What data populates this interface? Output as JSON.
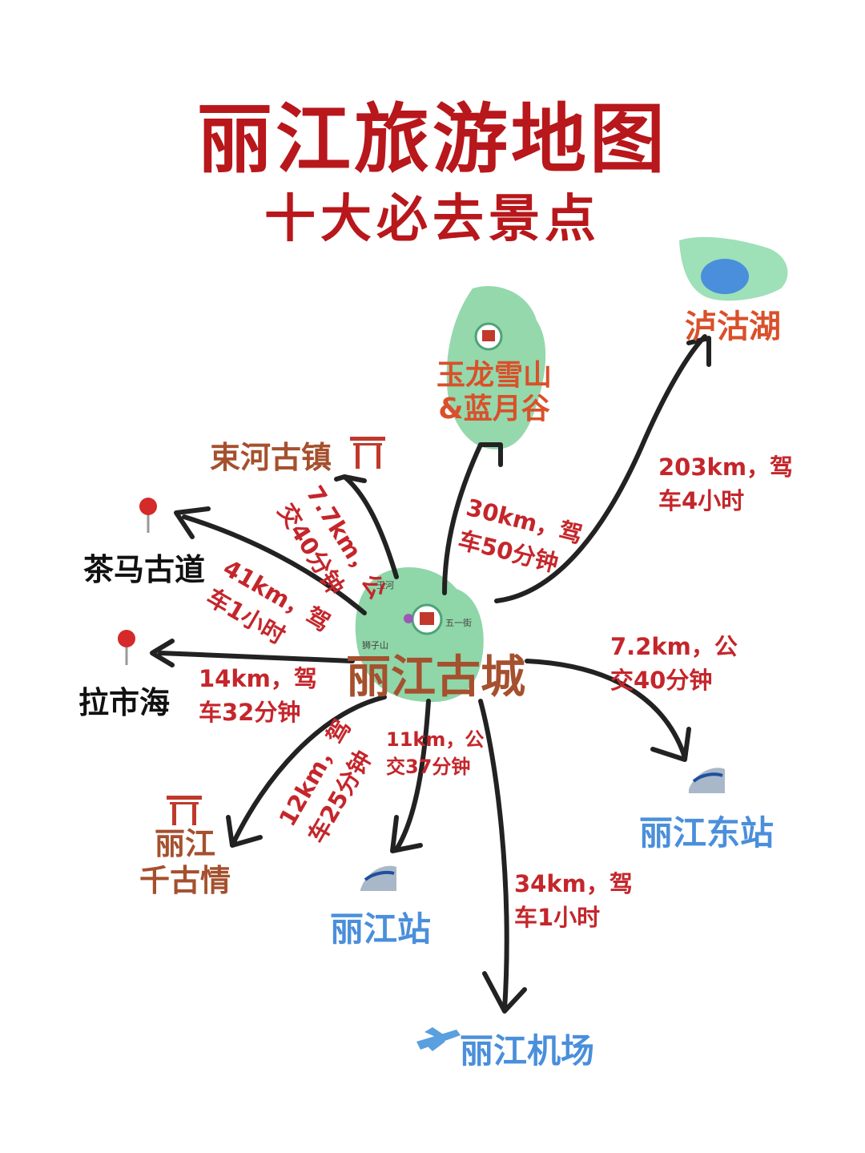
{
  "title": "丽江旅游地图",
  "subtitle": "十大必去景点",
  "center": "丽江古城",
  "center_map_labels": {
    "river": "玉河",
    "street": "五一街",
    "hill": "狮子山"
  },
  "destinations": {
    "yulong": {
      "name_line1": "玉龙雪山",
      "name_line2": "&蓝月谷",
      "distance_line1": "30km，驾",
      "distance_line2": "车50分钟"
    },
    "lugu": {
      "name": "泸沽湖",
      "distance_line1": "203km，驾",
      "distance_line2": "车4小时"
    },
    "shuhe": {
      "name": "束河古镇",
      "distance_line1": "7.7km，公",
      "distance_line2": "交40分钟"
    },
    "chama": {
      "name": "茶马古道",
      "distance_line1": "41km，驾",
      "distance_line2": "车1小时"
    },
    "lashihai": {
      "name": "拉市海",
      "distance_line1": "14km，驾",
      "distance_line2": "车32分钟"
    },
    "qianguqing": {
      "name_line1": "丽江",
      "name_line2": "千古情",
      "distance_line1": "12km，驾",
      "distance_line2": "车25分钟"
    },
    "station": {
      "name": "丽江站",
      "distance_line1": "11km，公",
      "distance_line2": "交37分钟"
    },
    "east_station": {
      "name": "丽江东站",
      "distance_line1": "7.2km，公",
      "distance_line2": "交40分钟"
    },
    "airport": {
      "name": "丽江机场",
      "distance_line1": "34km，驾",
      "distance_line2": "车1小时"
    }
  },
  "colors": {
    "title_red": "#b8171b",
    "map_green": "#8fd6a8",
    "label_orange": "#d9502a",
    "label_blue": "#4a8fdb",
    "arrow": "#222222"
  },
  "icons": {
    "map_pin": "map-pin-icon",
    "torii_gate": "torii-gate-icon",
    "bullet_train": "bullet-train-icon",
    "airplane": "airplane-icon"
  }
}
